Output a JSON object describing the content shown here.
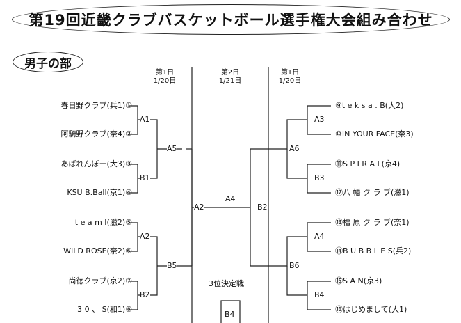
{
  "title": "第19回近畿クラブバスケットボール選手権大会組み合わせ",
  "section": "男子の部",
  "days": {
    "left_day1": {
      "line1": "第1日",
      "line2": "1/20日"
    },
    "center_day2": {
      "line1": "第2日",
      "line2": "1/21日"
    },
    "right_day1": {
      "line1": "第1日",
      "line2": "1/20日"
    }
  },
  "left_teams": [
    "春日野クラブ(兵1)①",
    "阿騎野クラブ(奈4)②",
    "あばれんぼー(大3)③",
    "KSU B.Ball(京1)④",
    "t e a m I(滋2)⑤",
    "WILD ROSE(奈2)⑥",
    "尚徳クラブ(京2)⑦",
    "3 0 、 S(和1)⑧"
  ],
  "right_teams": [
    "⑨t e k s a . B(大2)",
    "⑩IN YOUR FACE(奈3)",
    "⑪S P I R A L(京4)",
    "⑫八 幡 ク ラ ブ(滋1)",
    "⑬橿 原 ク ラ ブ(奈1)",
    "⑭B U B B L E S(兵2)",
    "⑮S A N(京3)",
    "⑯はじめまして(大1)"
  ],
  "match_labels": {
    "A1": "A1",
    "B1": "B1",
    "A2L": "A2",
    "B2L": "B2",
    "A5": "A5",
    "B5": "B5",
    "A2C": "A2",
    "A4": "A4",
    "B2C": "B2",
    "A3": "A3",
    "B3": "B3",
    "A4R": "A4",
    "B4R": "B4",
    "A6": "A6",
    "B6": "B6",
    "B4": "B4"
  },
  "third_place": "3位決定戦"
}
